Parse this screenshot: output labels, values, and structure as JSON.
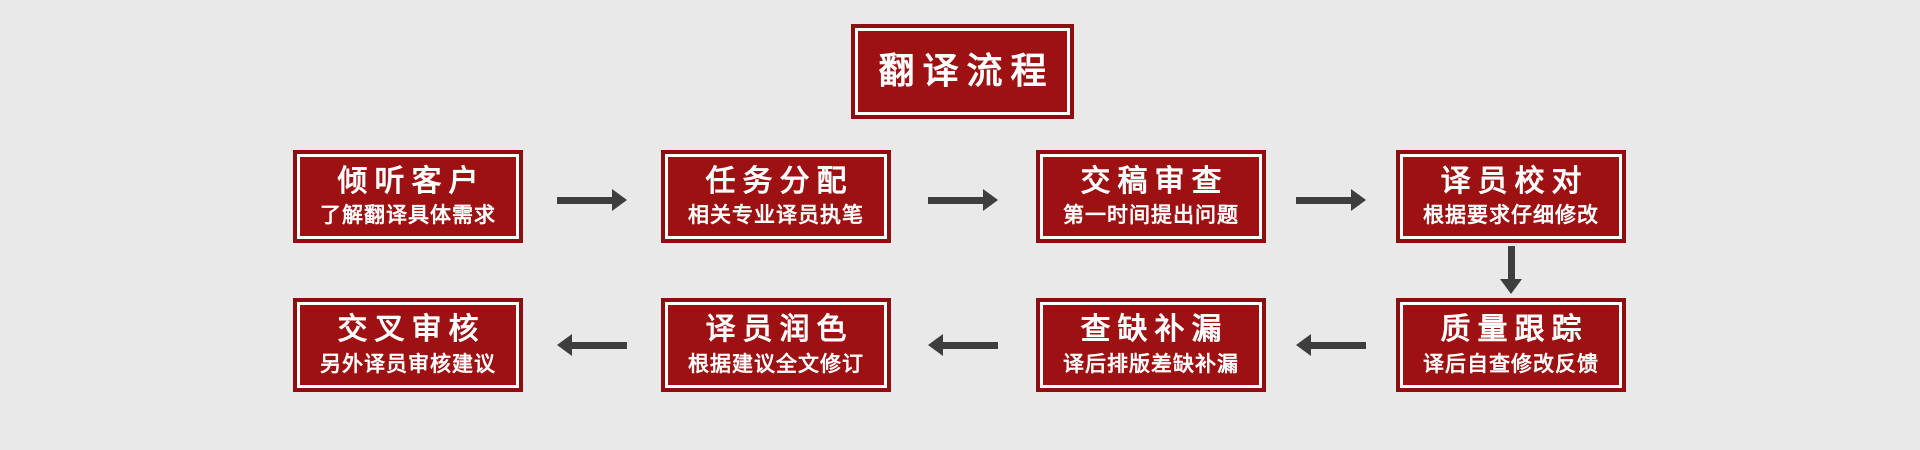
{
  "diagram": {
    "title": "翻译流程",
    "colors": {
      "background": "#e9e9e9",
      "box_fill": "#9e1113",
      "box_border": "#8d0e10",
      "box_inner_line": "#ffffff",
      "text": "#ffffff",
      "arrow": "#3e3e3e"
    },
    "row1": [
      {
        "title": "倾听客户",
        "subtitle": "了解翻译具体需求"
      },
      {
        "title": "任务分配",
        "subtitle": "相关专业译员执笔"
      },
      {
        "title": "交稿审查",
        "subtitle": "第一时间提出问题"
      },
      {
        "title": "译员校对",
        "subtitle": "根据要求仔细修改"
      }
    ],
    "row2": [
      {
        "title": "交叉审核",
        "subtitle": "另外译员审核建议"
      },
      {
        "title": "译员润色",
        "subtitle": "根据建议全文修订"
      },
      {
        "title": "查缺补漏",
        "subtitle": "译后排版差缺补漏"
      },
      {
        "title": "质量跟踪",
        "subtitle": "译后自查修改反馈"
      }
    ],
    "arrows": {
      "row1_direction": "right",
      "row2_direction": "left",
      "connector_direction": "down"
    },
    "flow_order": [
      "倾听客户",
      "任务分配",
      "交稿审查",
      "译员校对",
      "质量跟踪",
      "查缺补漏",
      "译员润色",
      "交叉审核"
    ]
  }
}
